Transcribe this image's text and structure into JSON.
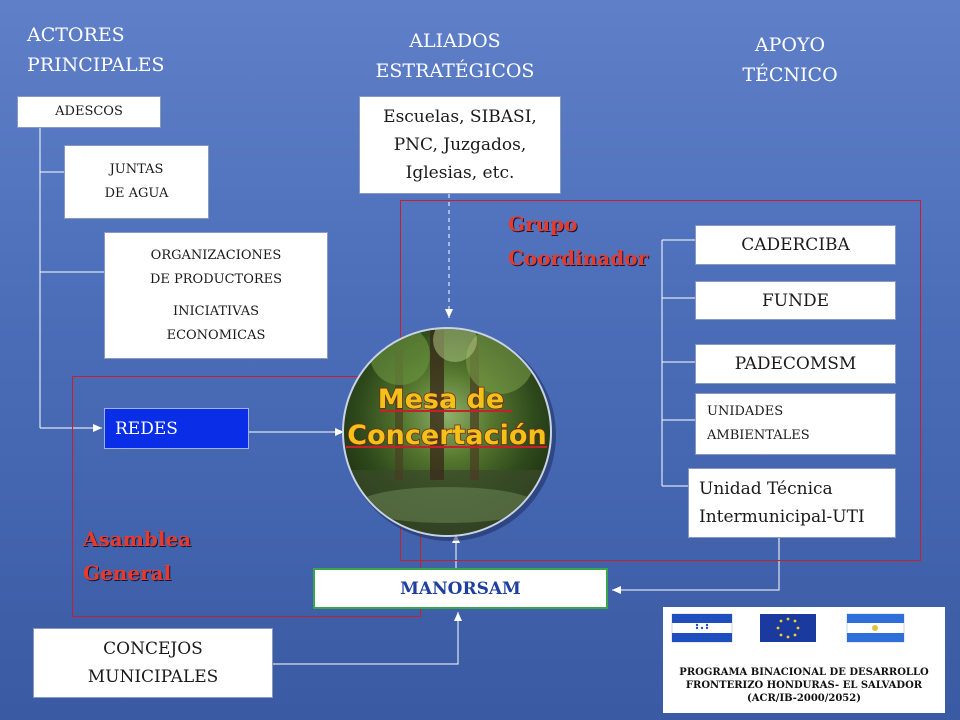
{
  "headers": {
    "actores": [
      "ACTORES",
      "PRINCIPALES"
    ],
    "aliados": [
      "ALIADOS",
      "ESTRATÉGICOS"
    ],
    "apoyo": [
      "APOYO",
      "TÉCNICO"
    ]
  },
  "actores": {
    "adescos": "ADESCOS",
    "juntas": [
      "JUNTAS",
      "DE AGUA"
    ],
    "organizaciones": [
      "ORGANIZACIONES",
      "DE PRODUCTORES",
      "INICIATIVAS",
      "ECONOMICAS"
    ],
    "redes": "REDES"
  },
  "aliados_box": [
    "Escuelas, SIBASI,",
    "PNC, Juzgados,",
    "Iglesias, etc."
  ],
  "grupo_coordinador": [
    "Grupo",
    "Coordinador"
  ],
  "asamblea_general": [
    "Asamblea",
    "General"
  ],
  "apoyo_tecnico": {
    "caderciba": "CADERCIBA",
    "funde": "FUNDE",
    "padecomsm": "PADECOMSM",
    "unidades": [
      "UNIDADES",
      "AMBIENTALES"
    ],
    "uti": [
      "Unidad Técnica",
      "Intermunicipal-UTI"
    ]
  },
  "mesa": [
    "Mesa de",
    "Concertación"
  ],
  "manorsam": "MANORSAM",
  "concejos": [
    "CONCEJOS",
    "MUNICIPALES"
  ],
  "programa": [
    "PROGRAMA BINACIONAL DE DESARROLLO",
    "FRONTERIZO HONDURAS- EL SALVADOR",
    "(ACR/IB-2000/2052)"
  ],
  "colors": {
    "background": "#4b6db8",
    "frame_red": "#c8202a",
    "label_red": "#e83a2a",
    "redes_blue": "#0a2ee8",
    "manorsam_green": "#3aa54a",
    "manorsam_text": "#1f3f9c",
    "eu_blue": "#1b3aa0",
    "eu_star": "#f2d21b",
    "flag_blue": "#1f4fbf",
    "sv_flag_blue": "#2f6fd8"
  }
}
